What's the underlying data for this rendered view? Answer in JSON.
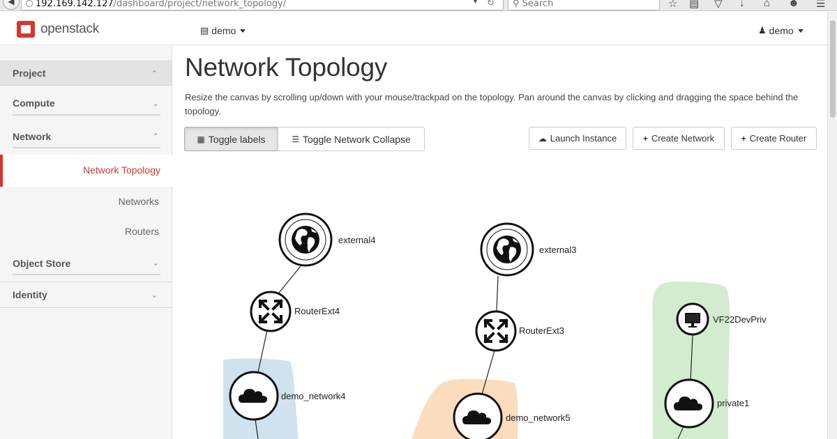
{
  "browser": {
    "url_host": "192.169.142.127",
    "url_path": "/dashboard/project/network_topology/",
    "search_placeholder": "Search"
  },
  "nav": {
    "logo_text": "openstack",
    "project_switch": "demo",
    "user_menu": "demo"
  },
  "sidebar": {
    "project": "Project",
    "compute": "Compute",
    "network": "Network",
    "network_items": [
      "Network Topology",
      "Networks",
      "Routers"
    ],
    "object_store": "Object Store",
    "identity": "Identity"
  },
  "main": {
    "title": "Network Topology",
    "help": "Resize the canvas by scrolling up/down with your mouse/trackpad on the topology. Pan around the canvas by clicking and dragging the space behind the topology.",
    "buttons": {
      "toggle_labels": "Toggle labels",
      "toggle_collapse": "Toggle Network Collapse",
      "launch_instance": "Launch Instance",
      "create_network": "Create Network",
      "create_router": "Create Router"
    }
  },
  "topology": {
    "colors": {
      "demo_network4": "#cfe2ee",
      "demo_network5": "#fbdcbe",
      "private1": "#d3ebcf"
    },
    "nodes": [
      {
        "id": "external4",
        "label": "external4",
        "kind": "globe-icon"
      },
      {
        "id": "routerext4",
        "label": "RouterExt4",
        "kind": "router-icon"
      },
      {
        "id": "demo_network4",
        "label": "demo_network4",
        "kind": "cloud-icon"
      },
      {
        "id": "external3",
        "label": "external3",
        "kind": "globe-icon"
      },
      {
        "id": "routerext3",
        "label": "RouterExt3",
        "kind": "router-icon"
      },
      {
        "id": "demo_network5",
        "label": "demo_network5",
        "kind": "cloud-icon"
      },
      {
        "id": "vf22devpriv",
        "label": "VF22DevPriv",
        "kind": "monitor-icon"
      },
      {
        "id": "private1",
        "label": "private1",
        "kind": "cloud-icon"
      }
    ]
  }
}
